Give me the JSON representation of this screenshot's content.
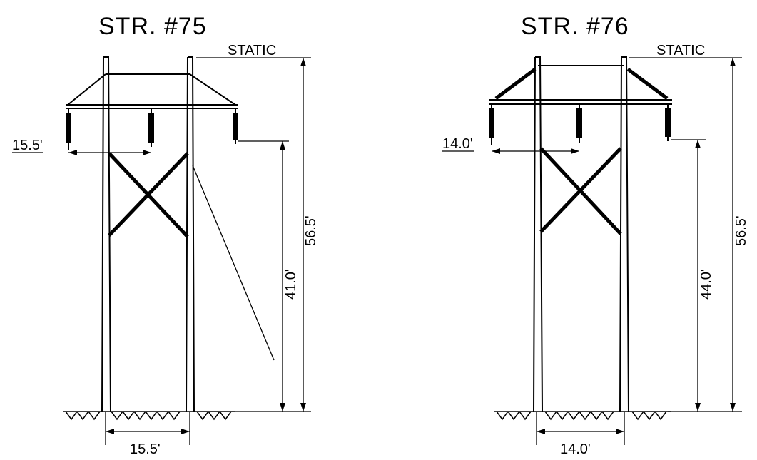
{
  "structures": [
    {
      "id": "str-75",
      "title": "STR. #75",
      "static_label": "STATIC",
      "arm_dim": "15.5'",
      "attach_height": "41.0'",
      "total_height": "56.5'",
      "pole_spacing": "15.5'",
      "has_guy_wire": true
    },
    {
      "id": "str-76",
      "title": "STR. #76",
      "static_label": "STATIC",
      "arm_dim": "14.0'",
      "attach_height": "44.0'",
      "total_height": "56.5'",
      "pole_spacing": "14.0'",
      "has_guy_wire": false
    }
  ]
}
